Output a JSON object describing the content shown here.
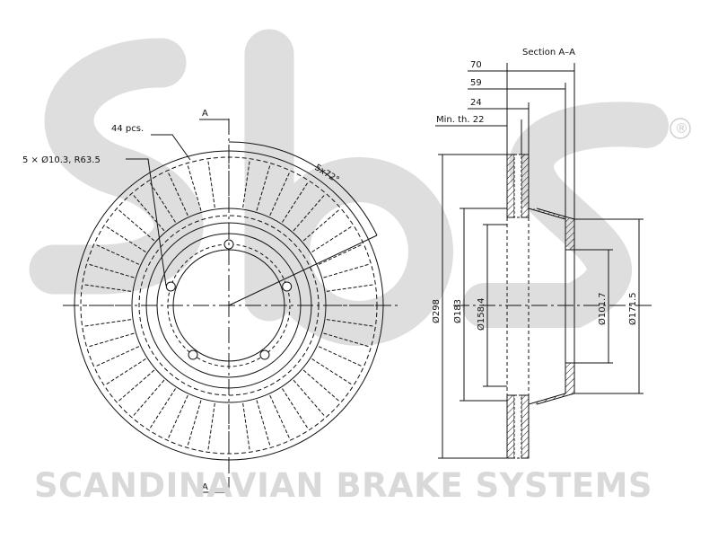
{
  "watermark": {
    "logo_text": "sbs",
    "registered_mark": "®",
    "company": "SCANDINAVIAN BRAKE SYSTEMS"
  },
  "front_view": {
    "section_mark_top": "A",
    "section_mark_bottom": "A",
    "vanes_label": "44 pcs.",
    "holes_label": "5 × Ø10.3, R63.5",
    "angle_label": "5x72°"
  },
  "section_view": {
    "title": "Section A–A",
    "dims": {
      "overall_height": "70",
      "hat_height": "59",
      "thickness": "24",
      "min_thickness": "Min. th. 22",
      "outer_diameter": "Ø298",
      "d183": "Ø183",
      "d158": "Ø158.4",
      "d101": "Ø101.7",
      "d171": "Ø171.5"
    }
  },
  "colors": {
    "line": "#111111",
    "watermark": "#d9d9d9"
  }
}
